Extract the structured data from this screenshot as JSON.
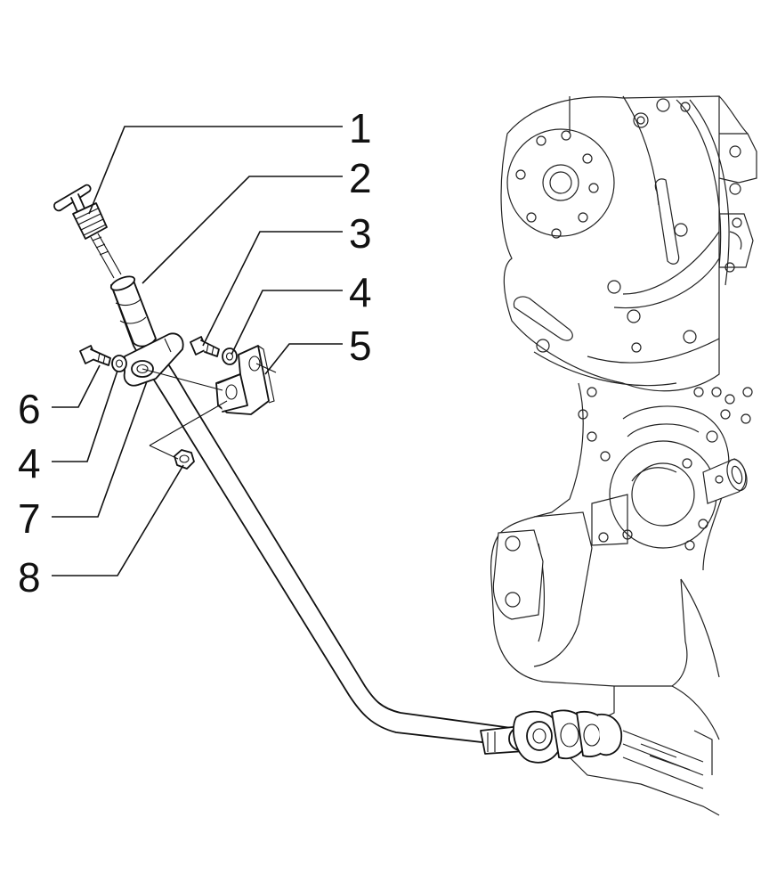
{
  "callouts": [
    {
      "id": "1",
      "label": "1"
    },
    {
      "id": "2",
      "label": "2"
    },
    {
      "id": "3",
      "label": "3"
    },
    {
      "id": "4a",
      "label": "4"
    },
    {
      "id": "5",
      "label": "5"
    },
    {
      "id": "6",
      "label": "6"
    },
    {
      "id": "4b",
      "label": "4"
    },
    {
      "id": "7",
      "label": "7"
    },
    {
      "id": "8",
      "label": "8"
    }
  ],
  "colors": {
    "line": "#111111",
    "background": "#ffffff"
  }
}
